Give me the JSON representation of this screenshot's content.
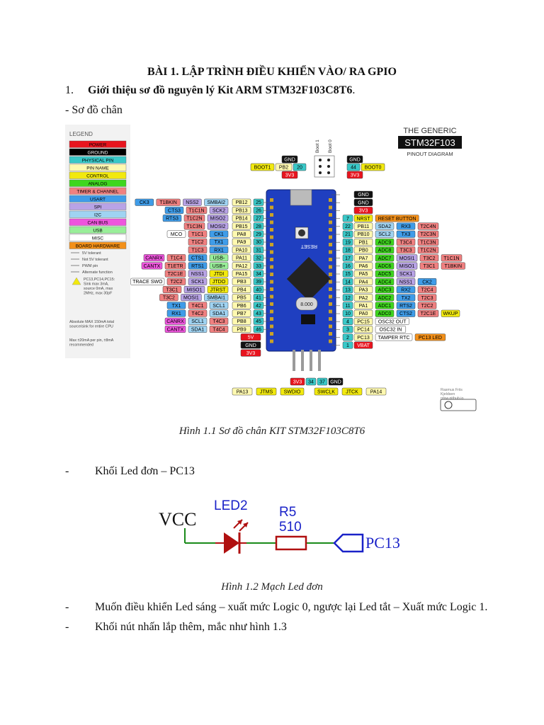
{
  "doc": {
    "title": "BÀI 1. LẬP TRÌNH ĐIỀU KHIỂN VÀO/ RA GPIO",
    "section_num": "1.",
    "section_title": "Giới thiệu sơ đồ nguyên lý Kit ARM STM32F103C8T6",
    "section_end": ".",
    "subheading": "- Sơ đồ chân",
    "fig1_caption": "Hình 1.1 Sơ đồ chân KIT STM32F103C8T6",
    "bullet_led": "Khối Led đơn – PC13",
    "fig2_caption": "Hình 1.2 Mạch Led đơn",
    "bullet_logic": "Muốn điều khiển Led sáng – xuất mức Logic 0, ngược lại Led tắt – Xuất mức Logic 1.",
    "bullet_button": "Khối nút nhấn lắp thêm, mắc như hình 1.3",
    "dash": "-"
  },
  "pinout": {
    "brand1": "THE GENERIC",
    "brand2": "STM32F103",
    "brand3": "PINOUT DIAGRAM",
    "boot_labels": [
      "Boot 1",
      "Boot 0"
    ],
    "legend_title": "LEGEND",
    "legend": [
      {
        "label": "POWER",
        "color": "#e8141e",
        "text": "#000"
      },
      {
        "label": "GROUND",
        "color": "#000000",
        "text": "#fff"
      },
      {
        "label": "PHYSICAL PIN",
        "color": "#39c8c8",
        "text": "#000"
      },
      {
        "label": "PIN NAME",
        "color": "#fff9b0",
        "text": "#000"
      },
      {
        "label": "CONTROL",
        "color": "#f2e90e",
        "text": "#000"
      },
      {
        "label": "ANALOG",
        "color": "#3ed61e",
        "text": "#000"
      },
      {
        "label": "TIMER & CHANNEL",
        "color": "#f08080",
        "text": "#000"
      },
      {
        "label": "USART",
        "color": "#3f9ce8",
        "text": "#000"
      },
      {
        "label": "SPI",
        "color": "#b8a3e6",
        "text": "#000"
      },
      {
        "label": "I2C",
        "color": "#9fd3f2",
        "text": "#000"
      },
      {
        "label": "CAN BUS",
        "color": "#ee55dd",
        "text": "#000"
      },
      {
        "label": "USB",
        "color": "#99ee99",
        "text": "#000"
      },
      {
        "label": "MISC",
        "color": "#ffffff",
        "text": "#000"
      },
      {
        "label": "BOARD HARDWARE",
        "color": "#f39019",
        "text": "#000"
      }
    ],
    "legend_notes": [
      "5V tolerant",
      "Not 5V tolerant",
      "PWM pin",
      "Alternate function"
    ],
    "legend_warn": "PC13,PC14,PC15: Sink max 3mA, source 0mA, max 2MHz, max 30pF",
    "legend_abs": "Absolute MAX 150mA total source/sink for entire CPU",
    "legend_max": "Max ±20mA per pin, ±8mA recommended",
    "left_rows": [
      {
        "num": "25",
        "pin": "PB12",
        "fns": [
          [
            "SMBAI2",
            "i2c"
          ],
          [
            "NSS2",
            "spi"
          ],
          [
            "T1BKIN",
            "tim"
          ],
          [
            "CK3",
            "usart"
          ]
        ]
      },
      {
        "num": "26",
        "pin": "PB13",
        "fns": [
          [
            "SCK2",
            "spi"
          ],
          [
            "T1C1N",
            "tim"
          ],
          [
            "CTS3",
            "usart"
          ]
        ]
      },
      {
        "num": "27",
        "pin": "PB14",
        "fns": [
          [
            "MISO2",
            "spi"
          ],
          [
            "T1C2N",
            "tim"
          ],
          [
            "RTS3",
            "usart"
          ]
        ]
      },
      {
        "num": "28",
        "pin": "PB15",
        "fns": [
          [
            "MOSI2",
            "spi"
          ],
          [
            "T1C3N",
            "tim"
          ]
        ]
      },
      {
        "num": "29",
        "pin": "PA8",
        "fns": [
          [
            "CK1",
            "usart"
          ],
          [
            "T1C1",
            "tim"
          ],
          [
            "MCO",
            "misc"
          ]
        ]
      },
      {
        "num": "30",
        "pin": "PA9",
        "fns": [
          [
            "TX1",
            "usart"
          ],
          [
            "T1C2",
            "tim"
          ]
        ]
      },
      {
        "num": "31",
        "pin": "PA10",
        "fns": [
          [
            "RX1",
            "usart"
          ],
          [
            "T1C3",
            "tim"
          ]
        ]
      },
      {
        "num": "32",
        "pin": "PA11",
        "fns": [
          [
            "USB-",
            "usb"
          ],
          [
            "CTS1",
            "usart"
          ],
          [
            "T1C4",
            "tim"
          ],
          [
            "CANRX",
            "can"
          ]
        ]
      },
      {
        "num": "33",
        "pin": "PA12",
        "fns": [
          [
            "USB+",
            "usb"
          ],
          [
            "RTS1",
            "usart"
          ],
          [
            "T1ETR",
            "tim"
          ],
          [
            "CANTX",
            "can"
          ]
        ]
      },
      {
        "num": "34",
        "pin": "PA15",
        "fns": [
          [
            "JTDI",
            "ctrl"
          ],
          [
            "NSS1",
            "spi"
          ],
          [
            "T2C1E",
            "tim"
          ]
        ]
      },
      {
        "num": "39",
        "pin": "PB3",
        "fns": [
          [
            "JTDO",
            "ctrl"
          ],
          [
            "SCK1",
            "spi"
          ],
          [
            "T2C2",
            "tim"
          ],
          [
            "TRACE SWO",
            "misc"
          ]
        ]
      },
      {
        "num": "40",
        "pin": "PB4",
        "fns": [
          [
            "JTRST",
            "ctrl"
          ],
          [
            "MISO1",
            "spi"
          ],
          [
            "T3C1",
            "tim"
          ]
        ]
      },
      {
        "num": "41",
        "pin": "PB5",
        "fns": [
          [
            "SMBAI1",
            "i2c"
          ],
          [
            "MOSI1",
            "spi"
          ],
          [
            "T3C2",
            "tim"
          ]
        ]
      },
      {
        "num": "42",
        "pin": "PB6",
        "fns": [
          [
            "SCL1",
            "i2c"
          ],
          [
            "T4C1",
            "tim"
          ],
          [
            "TX1",
            "usart"
          ]
        ]
      },
      {
        "num": "43",
        "pin": "PB7",
        "fns": [
          [
            "SDA1",
            "i2c"
          ],
          [
            "T4C2",
            "tim"
          ],
          [
            "RX1",
            "usart"
          ]
        ]
      },
      {
        "num": "45",
        "pin": "PB8",
        "fns": [
          [
            "T4C3",
            "tim"
          ],
          [
            "SCL1",
            "i2c"
          ],
          [
            "CANRX",
            "can"
          ]
        ]
      },
      {
        "num": "46",
        "pin": "PB9",
        "fns": [
          [
            "T4C4",
            "tim"
          ],
          [
            "SDA1",
            "i2c"
          ],
          [
            "CANTX",
            "can"
          ]
        ]
      }
    ],
    "left_power": [
      [
        "5V",
        "power"
      ],
      [
        "GND",
        "ground"
      ],
      [
        "3V3",
        "power"
      ]
    ],
    "right_rows": [
      {
        "num": "",
        "pin": "GND",
        "kind": "ground",
        "fns": []
      },
      {
        "num": "",
        "pin": "GND",
        "kind": "ground",
        "fns": []
      },
      {
        "num": "",
        "pin": "3V3",
        "kind": "power",
        "fns": []
      },
      {
        "num": "7",
        "pin": "NRST",
        "kind": "ctrl",
        "fns": [
          [
            "RESET BUTTON",
            "board"
          ]
        ]
      },
      {
        "num": "22",
        "pin": "PB11",
        "kind": "pin",
        "fns": [
          [
            "SDA2",
            "i2c"
          ],
          [
            "RX3",
            "usart"
          ],
          [
            "T2C4N",
            "tim"
          ]
        ]
      },
      {
        "num": "21",
        "pin": "PB10",
        "kind": "pin",
        "fns": [
          [
            "SCL2",
            "i2c"
          ],
          [
            "TX3",
            "usart"
          ],
          [
            "T2C3N",
            "tim"
          ]
        ]
      },
      {
        "num": "19",
        "pin": "PB1",
        "kind": "pin",
        "fns": [
          [
            "ADC9",
            "analog"
          ],
          [
            "T3C4",
            "tim"
          ],
          [
            "T1C3N",
            "tim"
          ]
        ]
      },
      {
        "num": "18",
        "pin": "PB0",
        "kind": "pin",
        "fns": [
          [
            "ADC8",
            "analog"
          ],
          [
            "T3C3",
            "tim"
          ],
          [
            "T1C2N",
            "tim"
          ]
        ]
      },
      {
        "num": "17",
        "pin": "PA7",
        "kind": "pin",
        "fns": [
          [
            "ADC7",
            "analog"
          ],
          [
            "MOSI1",
            "spi"
          ],
          [
            "T3C2",
            "tim"
          ],
          [
            "T1C1N",
            "tim"
          ]
        ]
      },
      {
        "num": "16",
        "pin": "PA6",
        "kind": "pin",
        "fns": [
          [
            "ADC6",
            "analog"
          ],
          [
            "MISO1",
            "spi"
          ],
          [
            "T3C1",
            "tim"
          ],
          [
            "T1BKIN",
            "tim"
          ]
        ]
      },
      {
        "num": "15",
        "pin": "PA5",
        "kind": "pin",
        "fns": [
          [
            "ADC5",
            "analog"
          ],
          [
            "SCK1",
            "spi"
          ]
        ]
      },
      {
        "num": "14",
        "pin": "PA4",
        "kind": "pin",
        "fns": [
          [
            "ADC4",
            "analog"
          ],
          [
            "NSS1",
            "spi"
          ],
          [
            "CK2",
            "usart"
          ]
        ]
      },
      {
        "num": "13",
        "pin": "PA3",
        "kind": "pin",
        "fns": [
          [
            "ADC3",
            "analog"
          ],
          [
            "RX2",
            "usart"
          ],
          [
            "T2C4",
            "tim"
          ]
        ]
      },
      {
        "num": "12",
        "pin": "PA2",
        "kind": "pin",
        "fns": [
          [
            "ADC2",
            "analog"
          ],
          [
            "TX2",
            "usart"
          ],
          [
            "T2C3",
            "tim"
          ]
        ]
      },
      {
        "num": "11",
        "pin": "PA1",
        "kind": "pin",
        "fns": [
          [
            "ADC1",
            "analog"
          ],
          [
            "RTS2",
            "usart"
          ],
          [
            "T2C2",
            "tim"
          ]
        ]
      },
      {
        "num": "10",
        "pin": "PA0",
        "kind": "pin",
        "fns": [
          [
            "ADC0",
            "analog"
          ],
          [
            "CTS2",
            "usart"
          ],
          [
            "T2C1E",
            "tim"
          ],
          [
            "WKUP",
            "ctrl"
          ]
        ]
      },
      {
        "num": "4",
        "pin": "PC15",
        "kind": "pin",
        "fns": [
          [
            "OSC32 OUT",
            "misc"
          ]
        ]
      },
      {
        "num": "3",
        "pin": "PC14",
        "kind": "pin",
        "fns": [
          [
            "OSC32 IN",
            "misc"
          ]
        ]
      },
      {
        "num": "2",
        "pin": "PC13",
        "kind": "pin",
        "fns": [
          [
            "TAMPER RTC",
            "misc"
          ],
          [
            "PC13 LED",
            "board"
          ]
        ]
      },
      {
        "num": "1",
        "pin": "VBAT",
        "kind": "power",
        "fns": []
      }
    ],
    "top_left": [
      [
        "BOOT1",
        "ctrl"
      ],
      [
        "PB2",
        "pin"
      ],
      [
        "20",
        "phys"
      ]
    ],
    "top_right": [
      [
        "44",
        "phys"
      ],
      [
        "BOOT0",
        "ctrl"
      ]
    ],
    "top_gnd": "GND",
    "top_3v3": "3V3",
    "bottom_boxes": [
      [
        "3V3",
        "power"
      ],
      [
        "34",
        "phys"
      ],
      [
        "37",
        "phys"
      ],
      [
        "GND",
        "ground"
      ]
    ],
    "bottom_left": [
      [
        "PA13",
        "pin"
      ],
      [
        "JTMS",
        "ctrl"
      ],
      [
        "SWDIO",
        "ctrl"
      ]
    ],
    "bottom_right": [
      [
        "SWCLK",
        "ctrl"
      ],
      [
        "JTCK",
        "ctrl"
      ],
      [
        "PA14",
        "pin"
      ]
    ],
    "chip_text": [
      "RESET",
      "8.000"
    ],
    "credit": "Rasmus Friis Kjeldsen rdsw.github.io"
  },
  "led_circuit": {
    "vcc": "VCC",
    "led_name": "LED2",
    "res_name": "R5",
    "res_value": "510",
    "port": "PC13",
    "wire_color": "#1a8a1a",
    "part_color": "#b01010",
    "label_color": "#1a22c8"
  }
}
